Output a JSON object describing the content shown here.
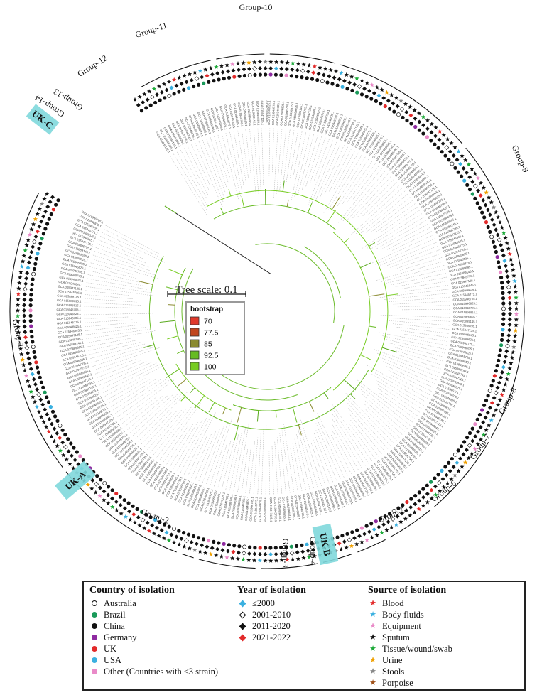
{
  "figure": {
    "tree_scale_label": "Tree scale: 0.1",
    "bootstrap_legend": {
      "title": "bootstrap",
      "items": [
        {
          "label": "70",
          "color": "#e0392b"
        },
        {
          "label": "77.5",
          "color": "#c0461f"
        },
        {
          "label": "85",
          "color": "#8a8a30"
        },
        {
          "label": "92.5",
          "color": "#66bb22"
        },
        {
          "label": "100",
          "color": "#77cc22"
        }
      ]
    },
    "groups": [
      "Group-1",
      "Group-2",
      "Group-3",
      "Group-4",
      "Group-5",
      "Group-6",
      "Group-7",
      "Group-8",
      "Group-9",
      "Group-10",
      "Group-11",
      "Group-12",
      "Group-13",
      "Group-14"
    ],
    "highlights": [
      "UK-A",
      "UK-B",
      "UK-C"
    ],
    "tip_labels": [
      "GCA 015889145.1",
      "GCA 015845795.1",
      "GCA 015947125.1",
      "GCA 015946845.1",
      "GCA 015946625.1",
      "GCA 015945775.1",
      "GCA 015946705.1",
      "GCA 015946825.1",
      "GCA 015945705.1",
      "GCA 015898815.1",
      "GCA 015889695.1"
    ]
  },
  "legend": {
    "country": {
      "title": "Country of isolation",
      "items": [
        {
          "label": "Australia",
          "color": "#ffffff"
        },
        {
          "label": "Brazil",
          "color": "#1a9a5a"
        },
        {
          "label": "China",
          "color": "#111111"
        },
        {
          "label": "Germany",
          "color": "#8e2aa0"
        },
        {
          "label": "UK",
          "color": "#e22a2a"
        },
        {
          "label": "USA",
          "color": "#3ab0e0"
        },
        {
          "label": "Other (Countries with ≤3 strain)",
          "color": "#e98ac8"
        }
      ]
    },
    "year": {
      "title": "Year of isolation",
      "items": [
        {
          "label": "≤2000",
          "color": "#3ab0e0"
        },
        {
          "label": "2001-2010",
          "color": "#ffffff"
        },
        {
          "label": "2011-2020",
          "color": "#111111"
        },
        {
          "label": "2021-2022",
          "color": "#e22a2a"
        }
      ]
    },
    "source": {
      "title": "Source of isolation",
      "items": [
        {
          "label": "Blood",
          "color": "#e22a2a"
        },
        {
          "label": "Body fluids",
          "color": "#3ab0e0"
        },
        {
          "label": "Equipment",
          "color": "#e98ac8"
        },
        {
          "label": "Sputum",
          "color": "#111111"
        },
        {
          "label": "Tissue/wound/swab",
          "color": "#1eaa3a"
        },
        {
          "label": "Urine",
          "color": "#f0a000"
        },
        {
          "label": "Stools",
          "color": "#888888"
        },
        {
          "label": "Porpoise",
          "color": "#a0521a"
        }
      ]
    }
  }
}
